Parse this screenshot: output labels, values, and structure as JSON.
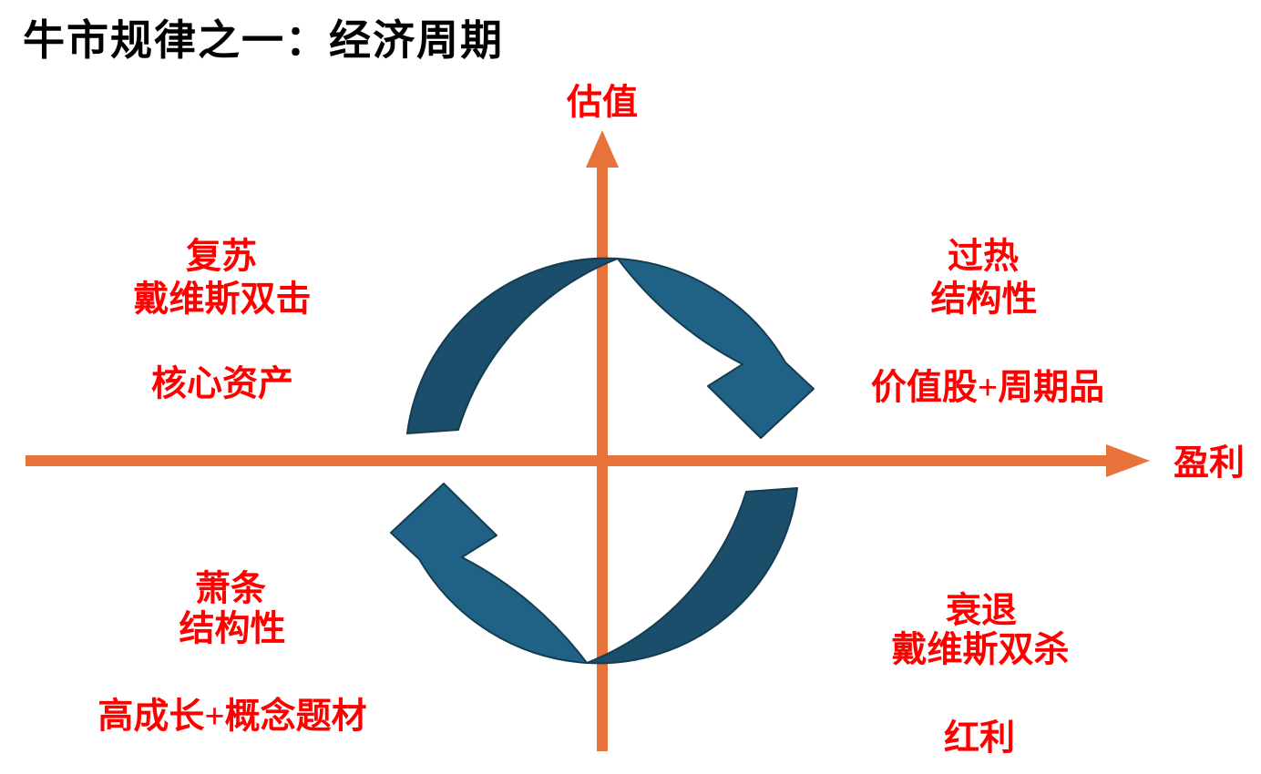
{
  "title": "牛市规律之一：经济周期",
  "axes": {
    "y_label": "估值",
    "x_label": "盈利"
  },
  "cycle_direction": "clockwise",
  "quadrants": {
    "top_left": {
      "phase": "复苏",
      "strategy": "戴维斯双击",
      "assets": "核心资产"
    },
    "top_right": {
      "phase": "过热",
      "strategy": "结构性",
      "assets": "价值股+周期品"
    },
    "bottom_left": {
      "phase": "萧条",
      "strategy": "结构性",
      "assets": "高成长+概念题材"
    },
    "bottom_right": {
      "phase": "衰退",
      "strategy": "戴维斯双杀",
      "assets": "红利"
    }
  },
  "colors": {
    "axis_orange": "#E7733A",
    "cycle_dark": "#1A4E6A",
    "cycle_light": "#1F6285",
    "cycle_outline": "#143D52",
    "label_red": "#FF0000",
    "title_black": "#000000"
  }
}
